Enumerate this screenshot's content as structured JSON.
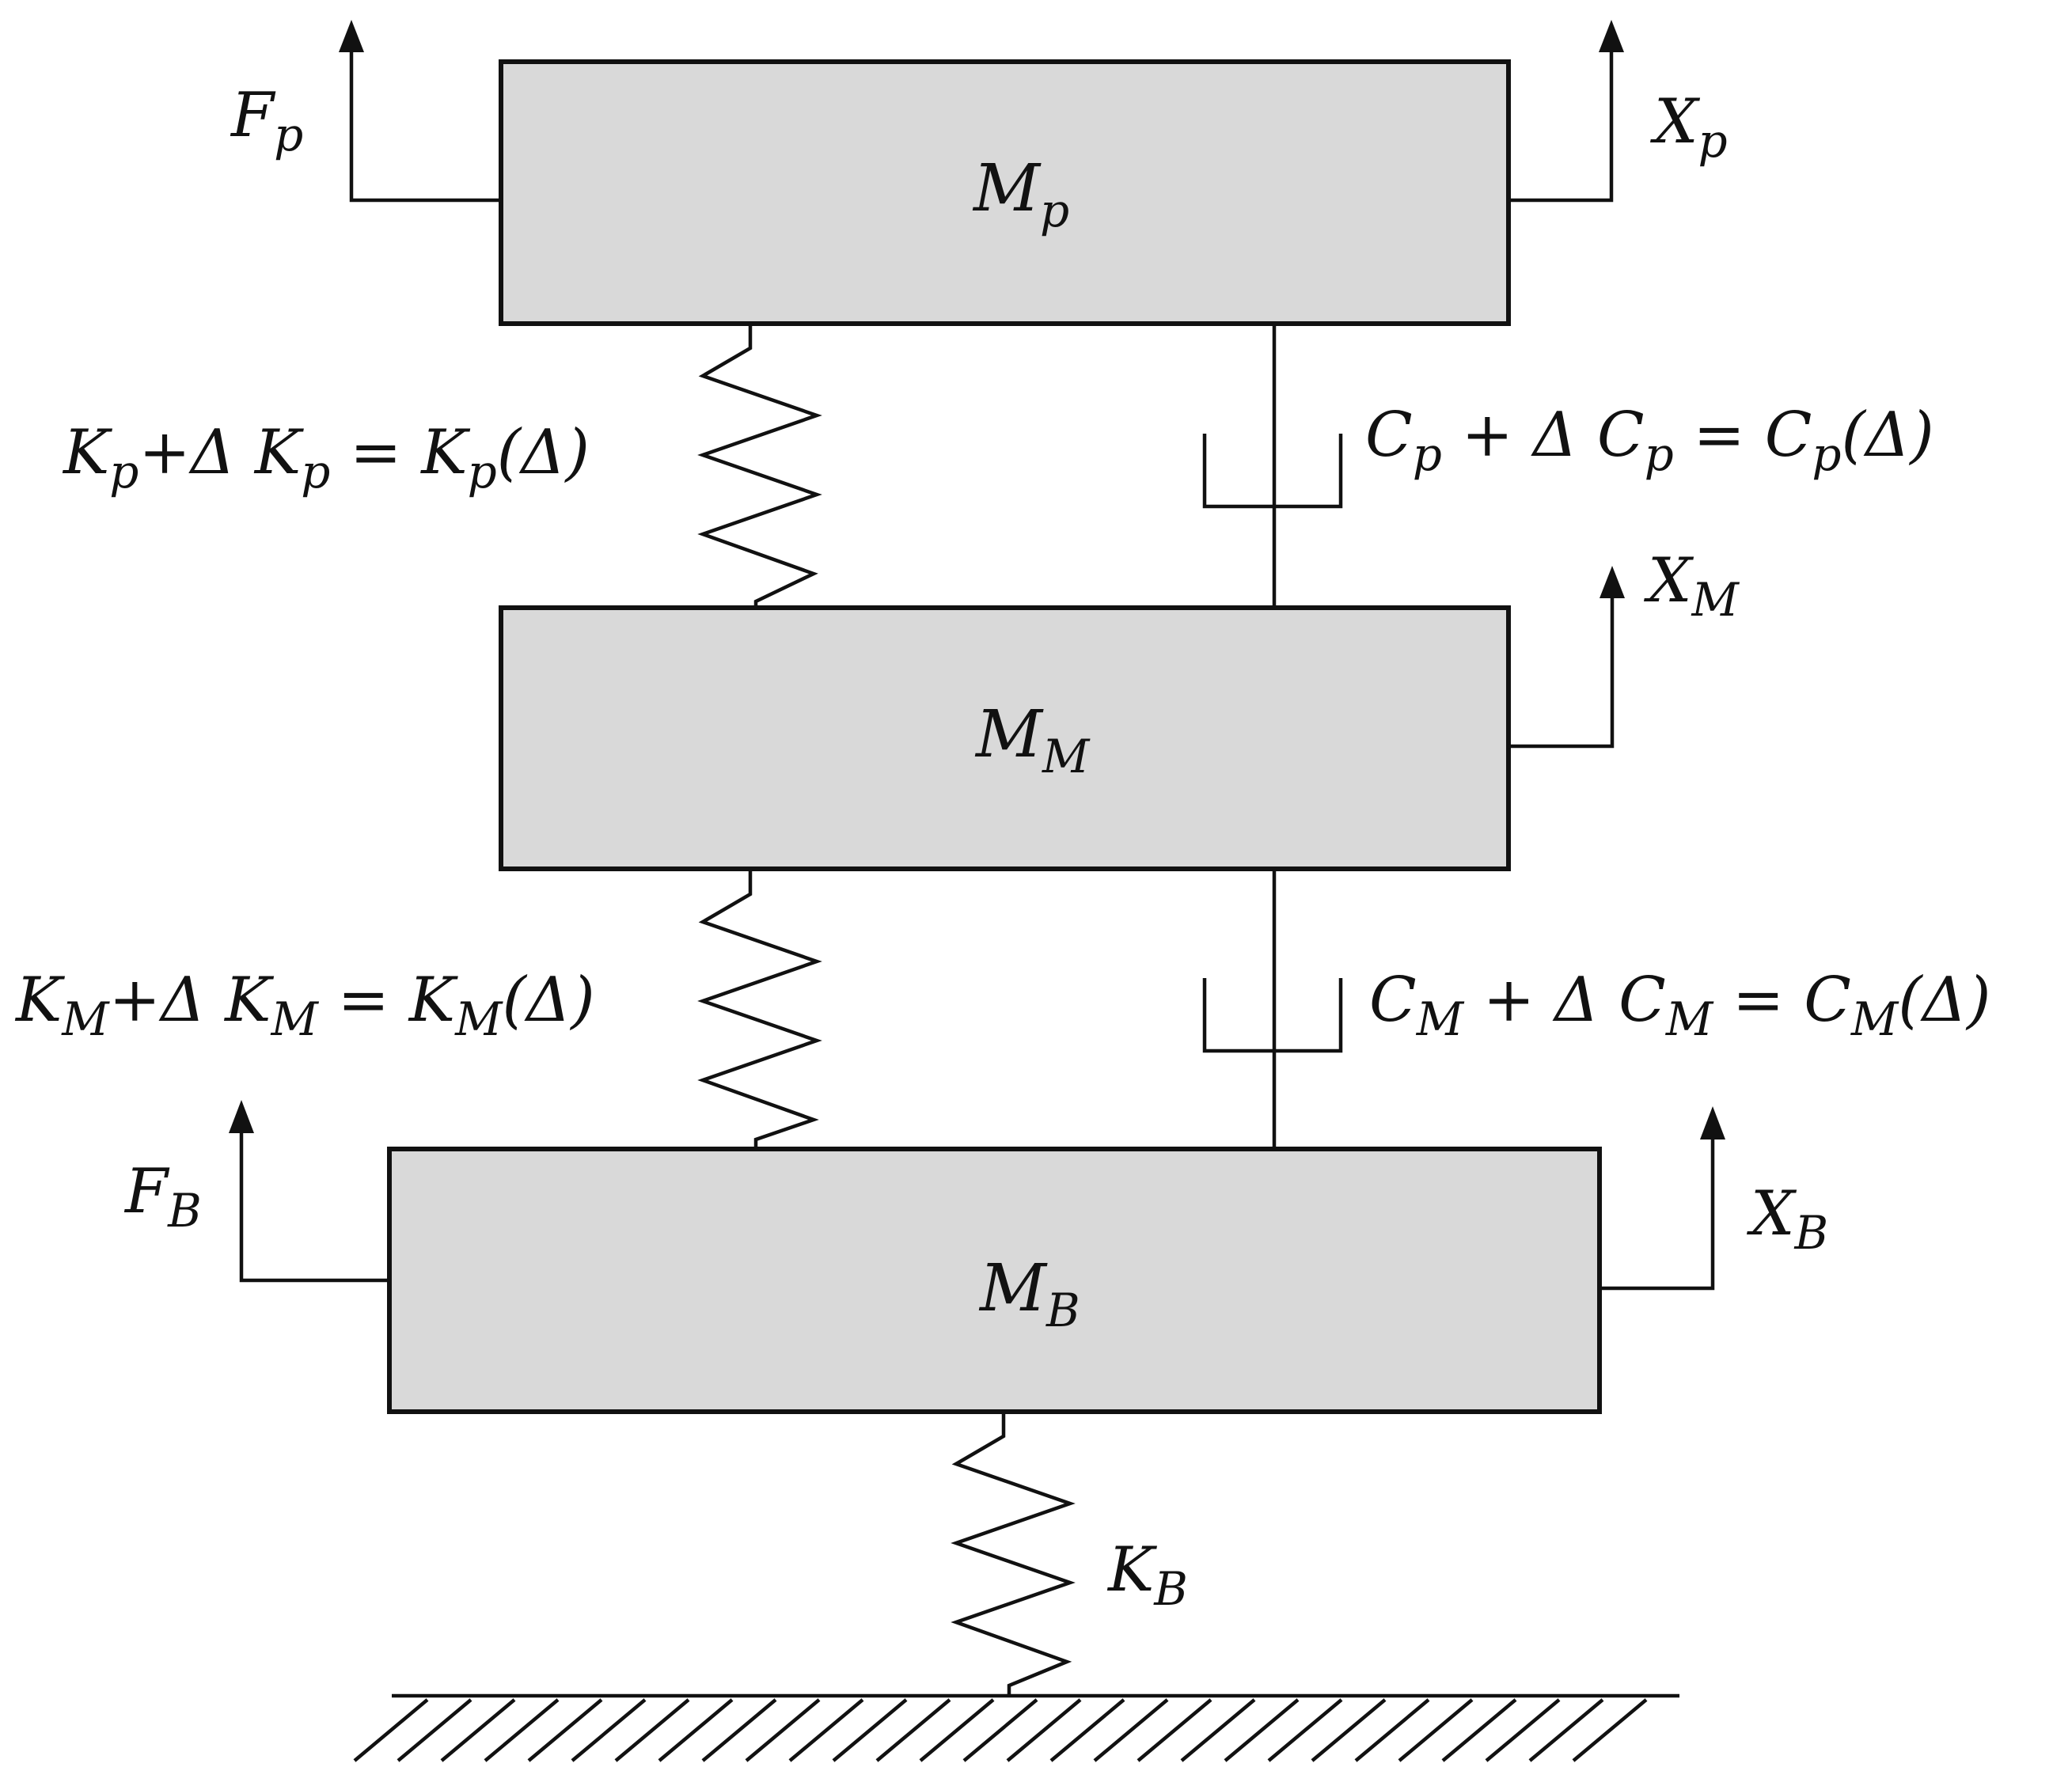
{
  "masses": {
    "platform": {
      "base": "M",
      "sub": "p"
    },
    "middle": {
      "base": "M",
      "sub": "M"
    },
    "base": {
      "base": "M",
      "sub": "B"
    }
  },
  "forces": {
    "platform": {
      "base": "F",
      "sub": "p"
    },
    "base": {
      "base": "F",
      "sub": "B"
    }
  },
  "displacements": {
    "platform": {
      "base": "X",
      "sub": "p"
    },
    "middle": {
      "base": "X",
      "sub": "M"
    },
    "base": {
      "base": "X",
      "sub": "B"
    }
  },
  "springs": {
    "upper": {
      "k": "K",
      "sub": "p",
      "plus": "+Δ ",
      "eq": " = ",
      "arg": "(Δ)"
    },
    "middle": {
      "k": "K",
      "sub": "M",
      "plus": "+Δ ",
      "eq": " = ",
      "arg": "(Δ)"
    },
    "ground": {
      "k": "K",
      "sub": "B"
    }
  },
  "dampers": {
    "upper": {
      "c": "C",
      "sub": "p",
      "plus": " + Δ ",
      "eq": " = ",
      "arg": "(Δ)"
    },
    "middle": {
      "c": "C",
      "sub": "M",
      "plus": " + Δ ",
      "eq": " = ",
      "arg": "(Δ)"
    }
  },
  "colors": {
    "mass_fill": "#d9d9d9",
    "stroke": "#111111",
    "background": "#ffffff"
  }
}
